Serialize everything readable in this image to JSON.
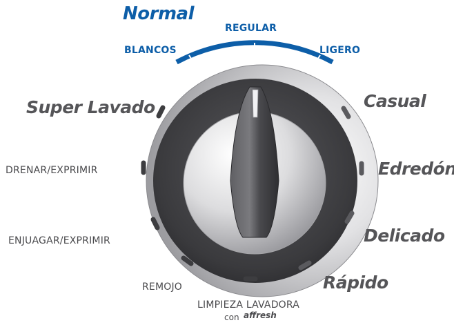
{
  "dial": {
    "title": "Normal",
    "top_labels": {
      "regular": "REGULAR",
      "blancos": "BLANCOS",
      "ligero": "LIGERO"
    },
    "cycles": {
      "super_lavado": "Super Lavado",
      "casual": "Casual",
      "edredon": "Edredón",
      "delicado": "Delicado",
      "rapido": "Rápido"
    },
    "functions": {
      "drenar": "DRENAR/EXPRIMIR",
      "enjuagar": "ENJUAGAR/EXPRIMIR",
      "remojo": "REMOJO",
      "limpieza": "LIMPIEZA LAVADORA",
      "con": "con",
      "brand": "affresh"
    },
    "colors": {
      "accent_blue": "#0d5ea8",
      "label_gray": "#555558",
      "ring_dark": "#3d3d40"
    }
  }
}
